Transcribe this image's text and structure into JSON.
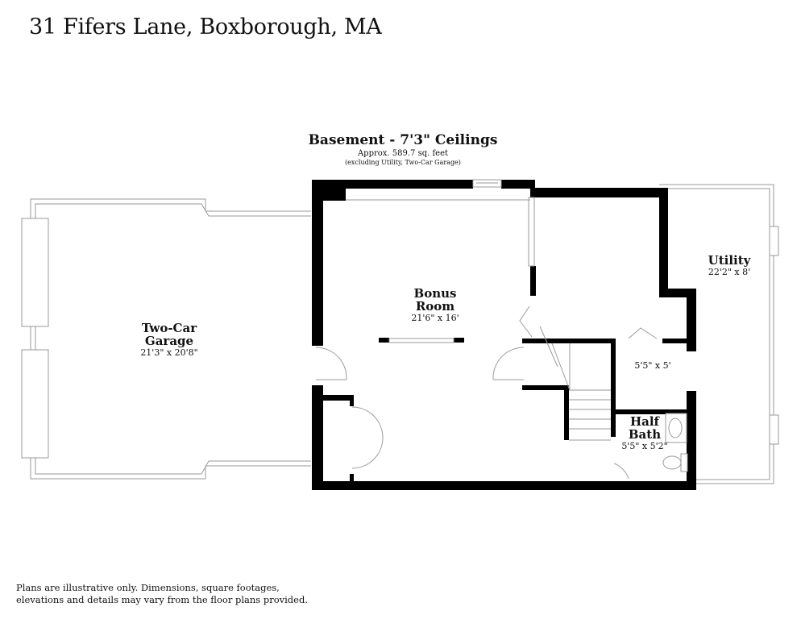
{
  "header": {
    "address": "31 Fifers Lane, Boxborough, MA"
  },
  "floor": {
    "name": "Basement - 7'3\" Ceilings",
    "area": "Approx. 589.7 sq. feet",
    "note": "(excluding Utility, Two-Car Garage)"
  },
  "rooms": {
    "garage": {
      "name_line1": "Two-Car",
      "name_line2": "Garage",
      "dimensions": "21'3\" x 20'8\""
    },
    "bonus": {
      "name_line1": "Bonus",
      "name_line2": "Room",
      "dimensions": "21'6\" x 16'"
    },
    "utility": {
      "name": "Utility",
      "dimensions": "22'2\" x 8'"
    },
    "closet": {
      "dimensions": "5'5\" x 5'"
    },
    "half_bath": {
      "name_line1": "Half",
      "name_line2": "Bath",
      "dimensions": "5'5\" x 5'2\""
    }
  },
  "footer": {
    "disclaimer_line1": "Plans are illustrative only. Dimensions, square footages,",
    "disclaimer_line2": "elevations and details may vary from the floor plans provided."
  },
  "colors": {
    "wall": "#000000",
    "outline": "#9a9a9a",
    "background": "#ffffff"
  }
}
